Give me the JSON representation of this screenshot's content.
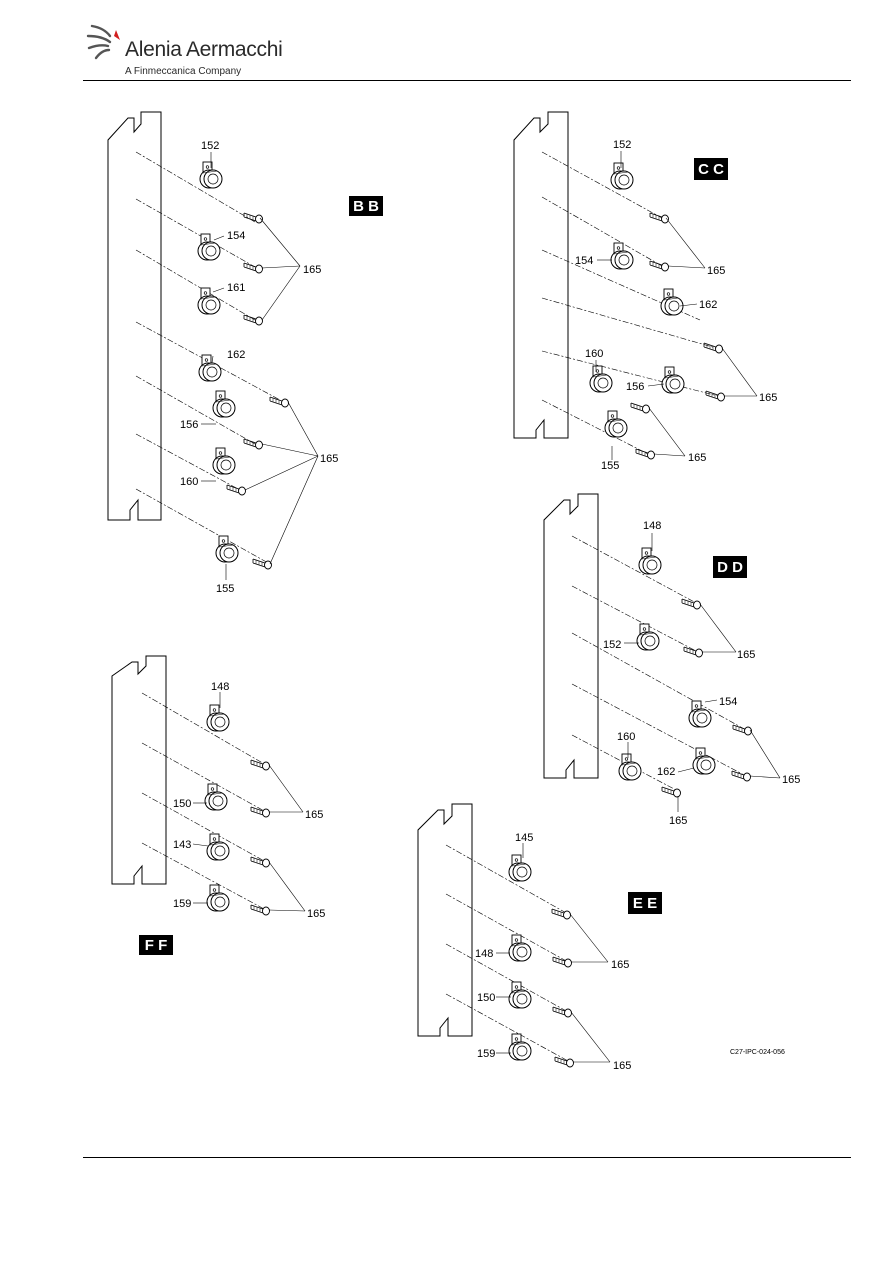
{
  "header": {
    "brand": "Alenia Aermacchi",
    "tagline": "A Finmeccanica Company"
  },
  "figure_code": "C27-IPC-024-056",
  "views": {
    "bb": {
      "tag": "B B",
      "labels": {
        "a": "152",
        "b": "154",
        "c": "161",
        "d": "162",
        "e": "156",
        "f": "160",
        "g": "155",
        "h": "165",
        "i": "165"
      }
    },
    "cc": {
      "tag": "C C",
      "labels": {
        "a": "152",
        "b": "154",
        "c": "162",
        "d": "160",
        "e": "156",
        "f": "155",
        "g": "165",
        "h": "165",
        "i": "165"
      }
    },
    "dd": {
      "tag": "D D",
      "labels": {
        "a": "148",
        "b": "152",
        "c": "154",
        "d": "160",
        "e": "162",
        "f": "165",
        "g": "165",
        "h": "165"
      }
    },
    "ff": {
      "tag": "F F",
      "labels": {
        "a": "148",
        "b": "150",
        "c": "143",
        "d": "159",
        "e": "165",
        "f": "165"
      }
    },
    "ee": {
      "tag": "E E",
      "labels": {
        "a": "145",
        "b": "148",
        "c": "150",
        "d": "159",
        "e": "165",
        "f": "165"
      }
    }
  }
}
